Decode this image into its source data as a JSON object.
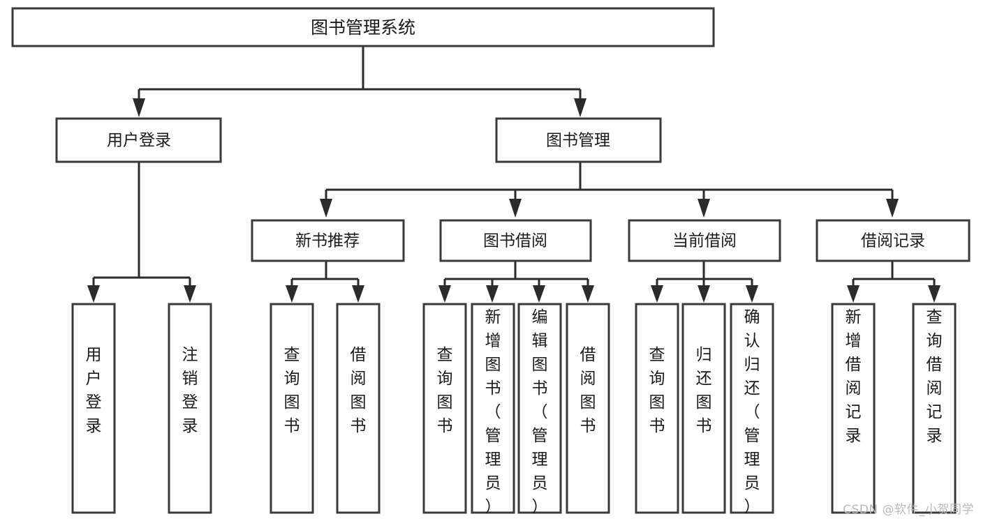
{
  "diagram": {
    "type": "tree-hierarchy",
    "title": "图书管理系统",
    "orientation": "top-down",
    "colors": {
      "box_fill": "#ffffff",
      "box_stroke": "#3a3a3a",
      "connector": "#2b2b2b",
      "text": "#1a1a1a",
      "background": "#ffffff",
      "watermark": "#b9b9b9"
    },
    "levels": {
      "root": {
        "label": "图书管理系统"
      },
      "level2": [
        {
          "label": "用户登录"
        },
        {
          "label": "图书管理"
        }
      ],
      "level3": [
        {
          "label": "新书推荐"
        },
        {
          "label": "图书借阅"
        },
        {
          "label": "当前借阅"
        },
        {
          "label": "借阅记录"
        }
      ],
      "leaves": [
        {
          "label": "用户登录",
          "parent": "用户登录"
        },
        {
          "label": "注销登录",
          "parent": "用户登录"
        },
        {
          "label": "查询图书",
          "parent": "新书推荐"
        },
        {
          "label": "借阅图书",
          "parent": "新书推荐"
        },
        {
          "label": "查询图书",
          "parent": "图书借阅"
        },
        {
          "label": "新增图书（管理员）",
          "parent": "图书借阅"
        },
        {
          "label": "编辑图书（管理员）",
          "parent": "图书借阅"
        },
        {
          "label": "借阅图书",
          "parent": "图书借阅"
        },
        {
          "label": "查询图书",
          "parent": "当前借阅"
        },
        {
          "label": "归还图书",
          "parent": "当前借阅"
        },
        {
          "label": "确认归还（管理员）",
          "parent": "当前借阅"
        },
        {
          "label": "新增借阅记录",
          "parent": "借阅记录"
        },
        {
          "label": "查询借阅记录",
          "parent": "借阅记录"
        }
      ]
    }
  },
  "watermark": {
    "text": "CSDN @软件_小贺同学"
  }
}
